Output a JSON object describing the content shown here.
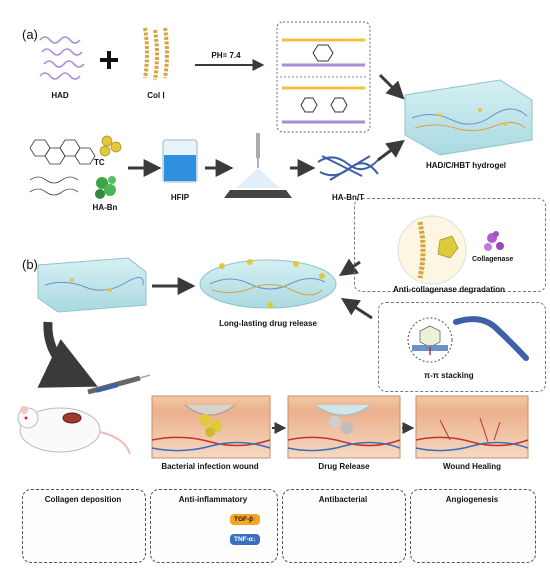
{
  "panels": {
    "a": "(a)",
    "b": "(b)"
  },
  "section_a": {
    "had": "HAD",
    "col": "Col Ⅰ",
    "ph": "PH= 7.4",
    "tc": "TC",
    "ha_bn": "HA-Bn",
    "hfip": "HFIP",
    "ha_bn_t": "HA-Bn/T",
    "hydrogel": "HAD/C/HBT hydrogel"
  },
  "section_b": {
    "collagenase": "Collagenase",
    "anti_collagenase": "Anti-collagenase degradation",
    "long_lasting": "Long-lasting drug release",
    "stacking": "π-π stacking",
    "wound1": "Bacterial infection wound",
    "wound2": "Drug Release",
    "wound3": "Wound Healing"
  },
  "effects": {
    "collagen": "Collagen deposition",
    "anti_inflammatory": "Anti-inflammatory",
    "tgf": "TGF-β",
    "tnf": "TNF-α",
    "antibacterial": "Antibacterial",
    "angiogenesis": "Angiogenesis"
  },
  "colors": {
    "arrow": "#3a3a3a",
    "hydrogel": "#bfe4ea",
    "collagen": "#d9a341",
    "had_chain": "#a98cd6",
    "tc_ball": "#e0c93a",
    "ha_bn_green": "#3fa24a",
    "skin_top": "#f2c39c",
    "skin_dermis": "#e6a98a",
    "vessel": "#c7312d",
    "tgf_badge": "#f5a623",
    "tnf_badge": "#3b6fc0"
  }
}
